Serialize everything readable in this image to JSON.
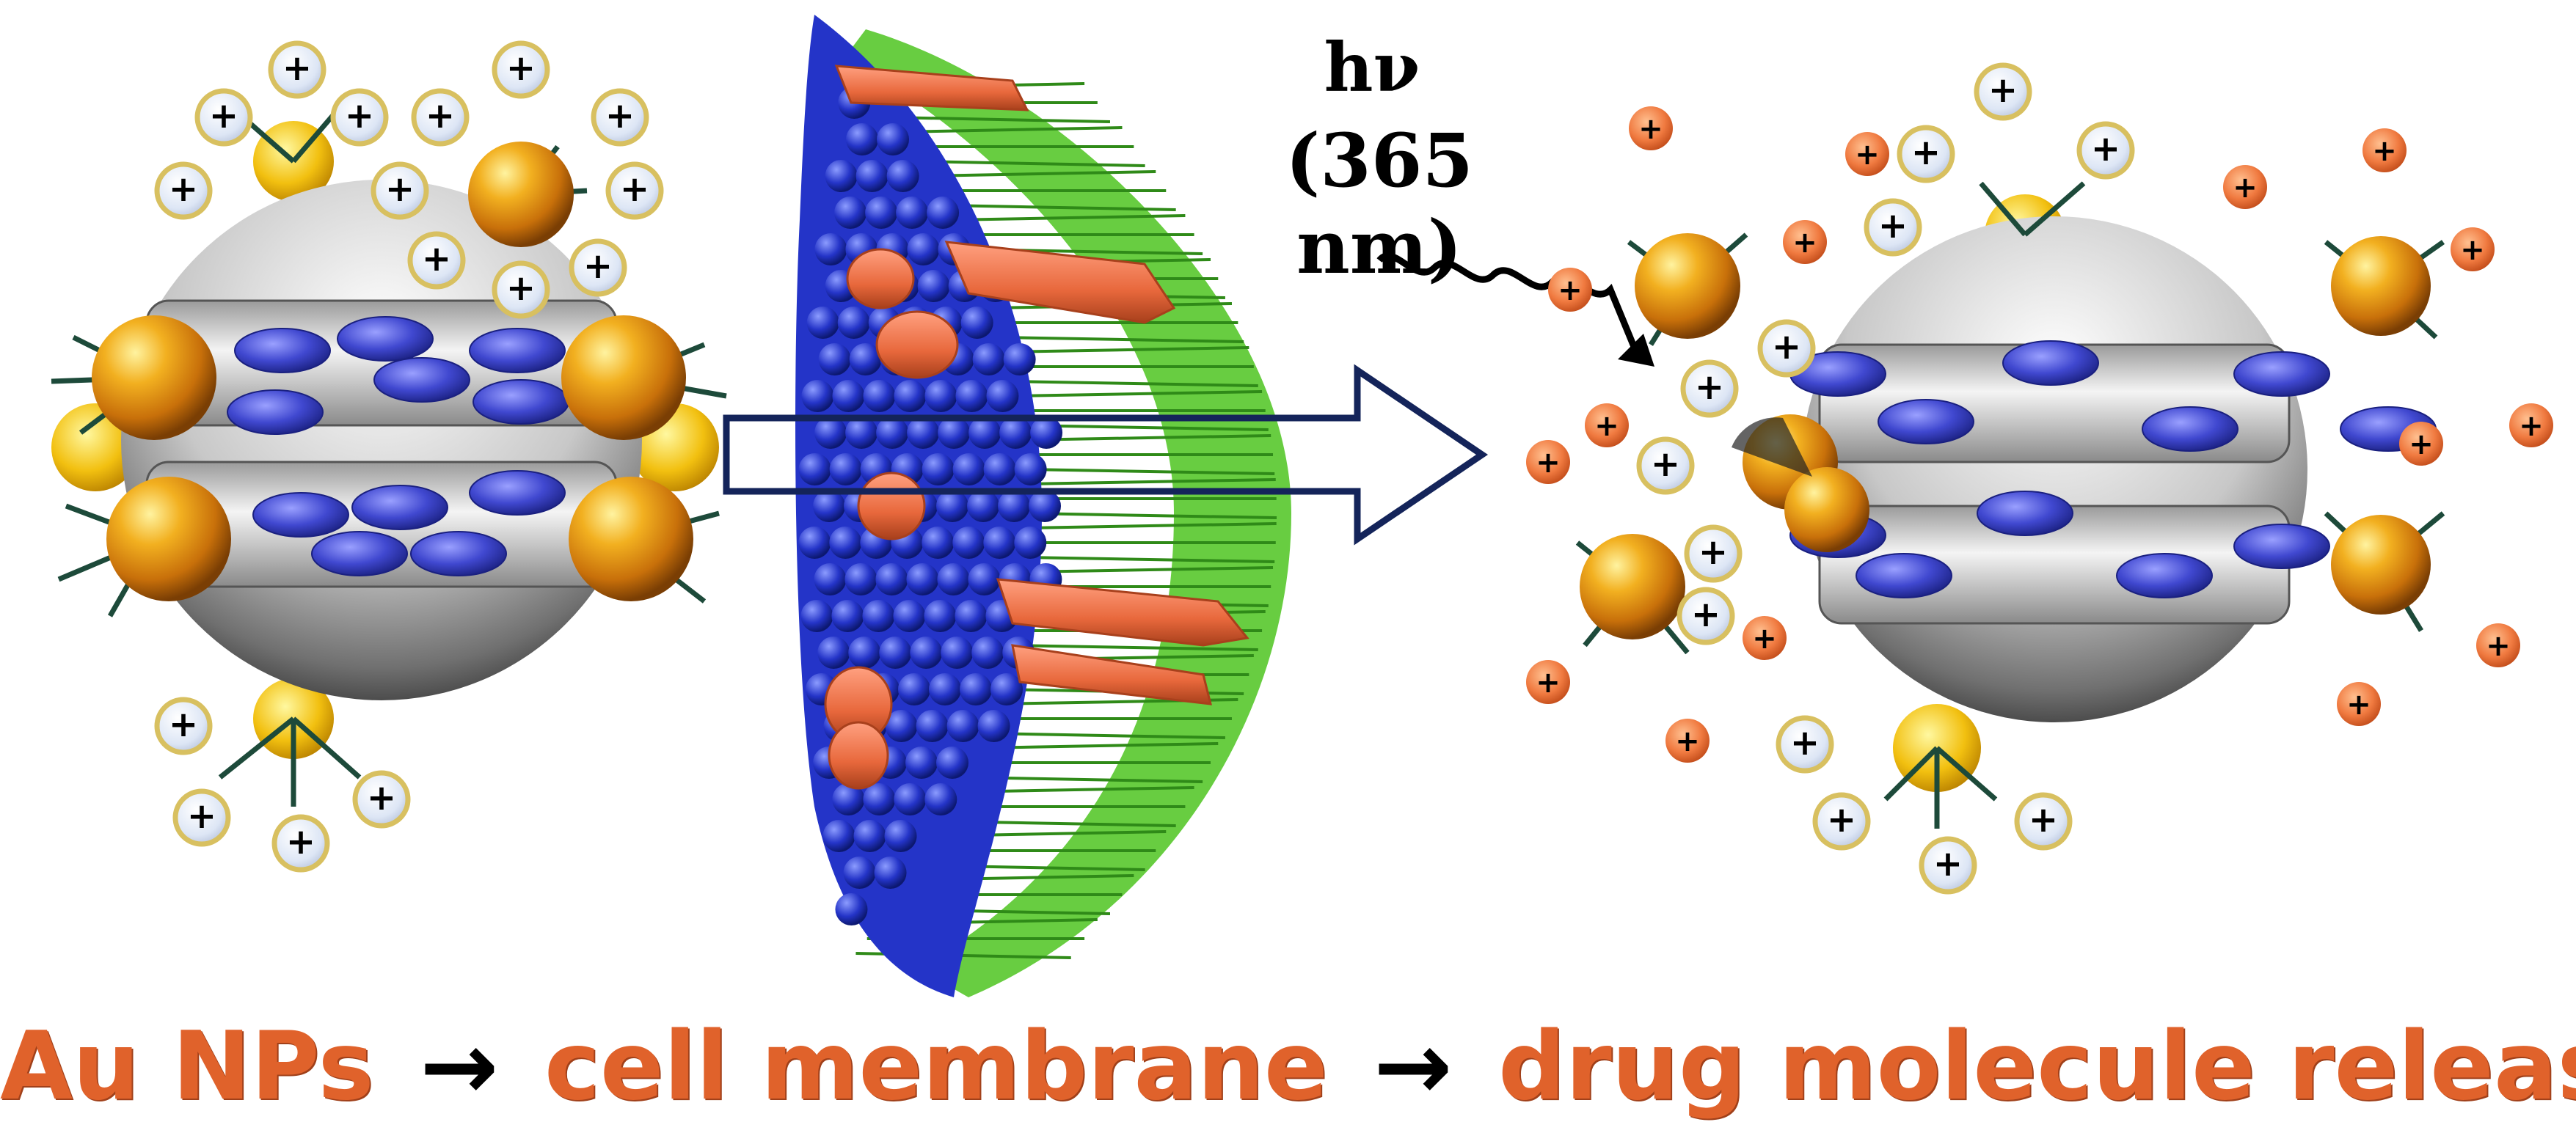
{
  "labels": {
    "light_symbol": "hν",
    "wavelength": "(365 nm)"
  },
  "caption": {
    "step1": "Au NPs",
    "arrow1": "→",
    "step2": "cell membrane",
    "arrow2": "→",
    "step3": "drug molecule release"
  },
  "colors": {
    "caption_text": "#e0622b",
    "gold_particle": "#e8a020",
    "drug_molecule": "#3c44c8",
    "membrane_head": "#2434c8",
    "membrane_tail": "#58c82c",
    "membrane_protein": "#e8683c",
    "charge_yellow": "#d8c060",
    "charge_orange": "#f07a40",
    "arrow_outline": "#14245a"
  },
  "charge_symbol": "+"
}
